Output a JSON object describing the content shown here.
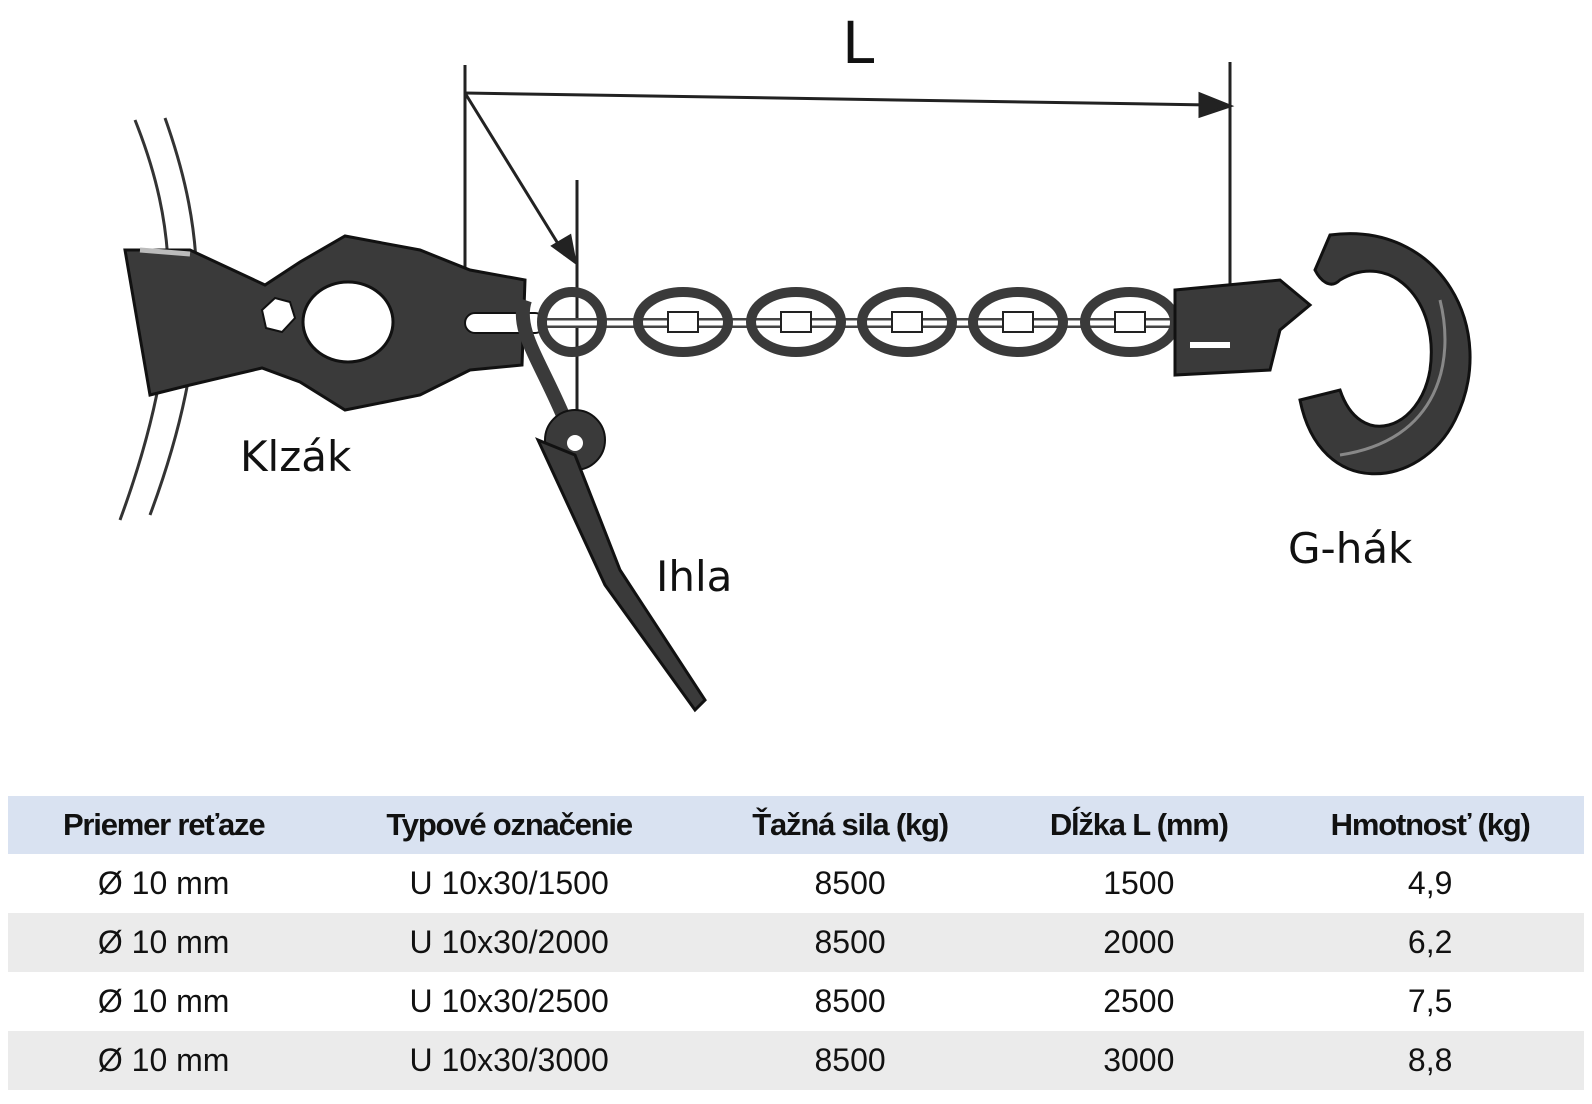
{
  "diagram": {
    "dimension_label": "L",
    "labels": {
      "klzak": "Klzák",
      "ihla": "Ihla",
      "g_hak": "G-hák"
    }
  },
  "table": {
    "headers": [
      "Priemer reťaze",
      "Typové označenie",
      "Ťažná sila (kg)",
      "Dĺžka L (mm)",
      "Hmotnosť (kg)"
    ],
    "rows": [
      [
        "Ø 10 mm",
        "U 10x30/1500",
        "8500",
        "1500",
        "4,9"
      ],
      [
        "Ø 10 mm",
        "U 10x30/2000",
        "8500",
        "2000",
        "6,2"
      ],
      [
        "Ø 10 mm",
        "U 10x30/2500",
        "8500",
        "2500",
        "7,5"
      ],
      [
        "Ø 10 mm",
        "U 10x30/3000",
        "8500",
        "3000",
        "8,8"
      ]
    ]
  }
}
